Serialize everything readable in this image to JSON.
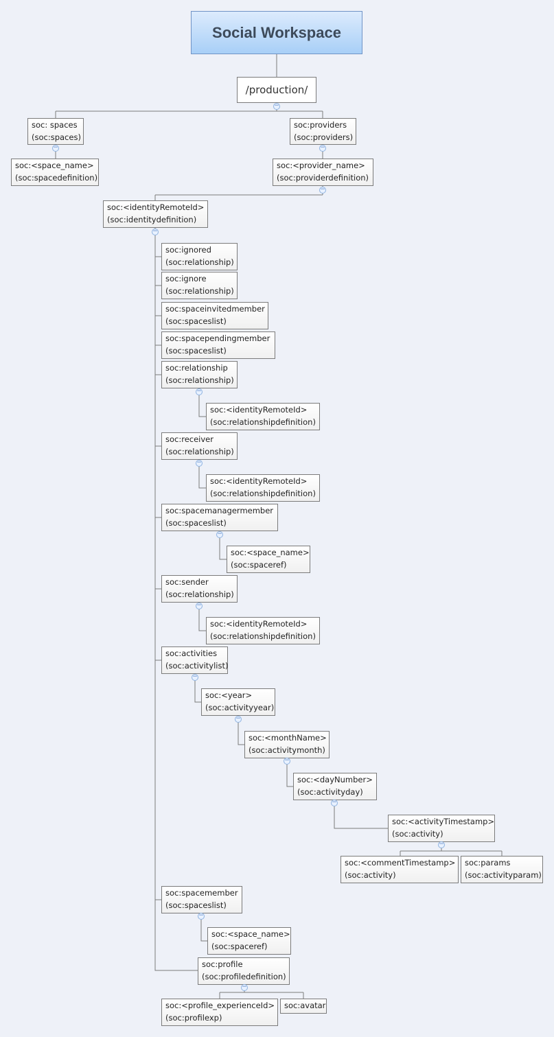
{
  "root": {
    "title": "Social Workspace"
  },
  "production": {
    "label": "/production/"
  },
  "nodes": {
    "spaces": [
      "soc: spaces",
      "(soc:spaces)"
    ],
    "space_name": [
      "soc:<space_name>",
      "(soc:spacedefinition)"
    ],
    "providers": [
      "soc:providers",
      "(soc:providers)"
    ],
    "provider_name": [
      "soc:<provider_name>",
      "(soc:providerdefinition)"
    ],
    "identity": [
      "soc:<identityRemoteId>",
      "(soc:identitydefinition)"
    ],
    "ignored": [
      "soc:ignored",
      "(soc:relationship)"
    ],
    "ignore": [
      "soc:ignore",
      "(soc:relationship)"
    ],
    "spaceinvitedmember": [
      "soc:spaceinvitedmember",
      "(soc:spaceslist)"
    ],
    "spacependingmember": [
      "soc:spacependingmember",
      "(soc:spaceslist)"
    ],
    "relationship": [
      "soc:relationship",
      "(soc:relationship)"
    ],
    "relationship_child": [
      "soc:<identityRemoteId>",
      "(soc:relationshipdefinition)"
    ],
    "receiver": [
      "soc:receiver",
      "(soc:relationship)"
    ],
    "receiver_child": [
      "soc:<identityRemoteId>",
      "(soc:relationshipdefinition)"
    ],
    "spacemanagermember": [
      "soc:spacemanagermember",
      "(soc:spaceslist)"
    ],
    "spacemanagermember_child": [
      "soc:<space_name>",
      "(soc:spaceref)"
    ],
    "sender": [
      "soc:sender",
      "(soc:relationship)"
    ],
    "sender_child": [
      "soc:<identityRemoteId>",
      "(soc:relationshipdefinition)"
    ],
    "activities": [
      "soc:activities",
      "(soc:activitylist)"
    ],
    "year": [
      "soc:<year>",
      "(soc:activityyear)"
    ],
    "monthName": [
      "soc:<monthName>",
      "(soc:activitymonth)"
    ],
    "dayNumber": [
      "soc:<dayNumber>",
      "(soc:activityday)"
    ],
    "activityTimestamp": [
      "soc:<activityTimestamp>",
      "(soc:activity)"
    ],
    "commentTimestamp": [
      "soc:<commentTimestamp>",
      "(soc:activity)"
    ],
    "params": [
      "soc:params",
      "(soc:activityparam)"
    ],
    "spacemember": [
      "soc:spacemember",
      "(soc:spaceslist)"
    ],
    "spacemember_child": [
      "soc:<space_name>",
      "(soc:spaceref)"
    ],
    "profile": [
      "soc:profile",
      "(soc:profiledefinition)"
    ],
    "profile_experience": [
      "soc:<profile_experienceId>",
      "(soc:profilexp)"
    ],
    "avatar": [
      "soc:avatar"
    ]
  },
  "colors": {
    "line": "#7a7a7a",
    "root_top": "#dcebfd",
    "root_bottom": "#a8cff7",
    "toggle": "#5b84c4"
  },
  "toggle_symbol": "−"
}
